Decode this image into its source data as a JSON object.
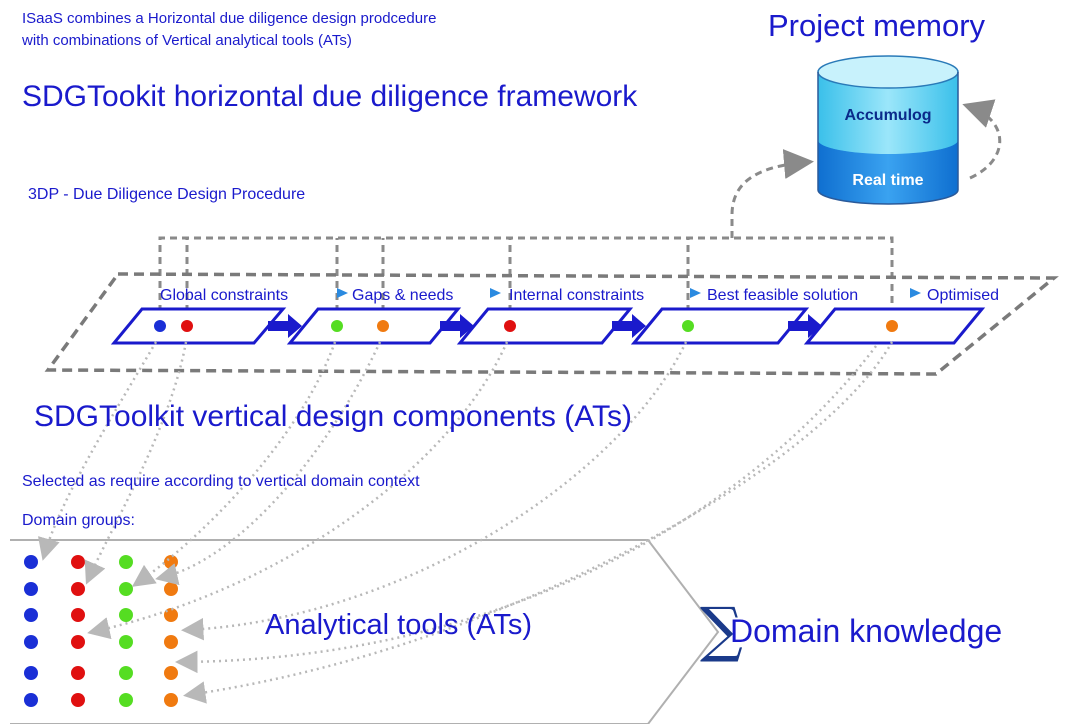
{
  "intro": {
    "line1": "ISaaS combines a Horizontal due diligence design prodcedure",
    "line2": "with combinations of Vertical analytical tools (ATs)"
  },
  "horizontal_title": "SDGTookit horizontal due diligence framework",
  "procedure_label": "3DP - Due Diligence Design Procedure",
  "project_memory": {
    "title": "Project memory",
    "top_label": "Accumulog",
    "bottom_label": "Real time"
  },
  "stages": [
    {
      "label": "Global  constraints"
    },
    {
      "label": "Gaps & needs"
    },
    {
      "label": "Internal constraints"
    },
    {
      "label": "Best feasible solution"
    },
    {
      "label": "Optimised"
    }
  ],
  "vertical_title": "SDGToolkit vertical design components (ATs)",
  "selected_note": "Selected as require according to vertical domain context",
  "domain_groups_label": "Domain groups:",
  "analytical_tools_label": "Analytical tools (ATs)",
  "domain_knowledge_label": "Domain knowledge",
  "colors": {
    "text": "#1a1acc",
    "blue_dot": "#1a2fd6",
    "red_dot": "#e01010",
    "green_dot": "#55dd22",
    "orange_dot": "#f07a10",
    "cylinder_top": "#66d4f0",
    "cylinder_bottom": "#1a8be0",
    "dashed": "#7a7a7a"
  }
}
